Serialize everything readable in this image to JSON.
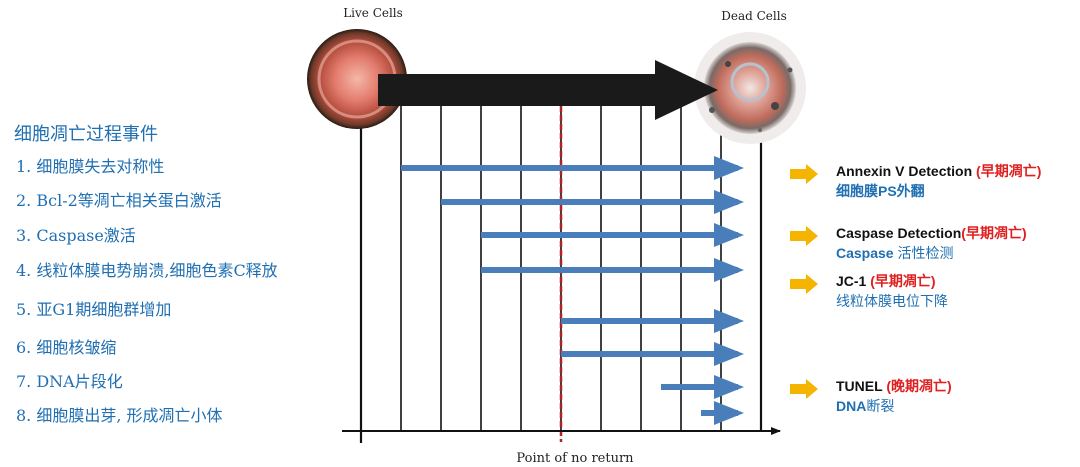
{
  "labels": {
    "live_cells": "Live Cells",
    "dead_cells": "Dead Cells",
    "point_of_no_return": "Point of no return"
  },
  "events": {
    "title": "细胞凋亡过程事件",
    "items": [
      {
        "text": "1. 细胞膜失去对称性",
        "start": 1
      },
      {
        "text": "2. Bcl-2等凋亡相关蛋白激活",
        "start": 2
      },
      {
        "text": "3. Caspase激活",
        "start": 3
      },
      {
        "text": "4. 线粒体膜电势崩溃,细胞色素C释放",
        "start": 3
      },
      {
        "text": "5. 亚G1期细胞群增加",
        "start": 5
      },
      {
        "text": "6. 细胞核皱缩",
        "start": 5
      },
      {
        "text": "7. DNA片段化",
        "start": 7.5
      },
      {
        "text": "8. 细胞膜出芽, 形成凋亡小体",
        "start": 8.5
      }
    ]
  },
  "detections": [
    {
      "name": "Annexin V Detection ",
      "stage": "(早期凋亡)",
      "desc_bold": "细胞膜PS外翻",
      "desc_plain": ""
    },
    {
      "name": "Caspase Detection",
      "stage": "(早期凋亡)",
      "desc_bold": "Caspase",
      "desc_plain": " 活性检测"
    },
    {
      "name": "JC-1 ",
      "stage": "(早期凋亡)",
      "desc_bold": "",
      "desc_plain": "线粒体膜电位下降"
    },
    {
      "name": "TUNEL ",
      "stage": "(晚期凋亡)",
      "desc_bold": "DNA",
      "desc_plain": "断裂"
    }
  ],
  "colors": {
    "event_text": "#1f6fb2",
    "arrow_blue": "#4a7ebb",
    "detection_name": "#111111",
    "detection_stage": "#e02020",
    "detection_desc": "#1f6fb2",
    "pointer": "#f5b400",
    "dashed_line": "#b22222",
    "big_arrow": "#1a1a1a"
  }
}
